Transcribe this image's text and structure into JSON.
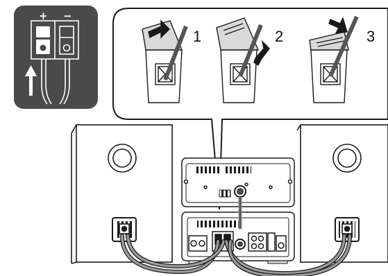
{
  "inset": {
    "plus_sign": "+",
    "minus_sign": "−"
  },
  "steps": [
    {
      "number": "1"
    },
    {
      "number": "2"
    },
    {
      "number": "3"
    }
  ],
  "colors": {
    "inset_bg": "#4a4a4a",
    "line": "#1a1a1a",
    "cable": "#8a8a8a",
    "panel_fill": "#ffffff",
    "tab_fill": "#d9d9d9"
  }
}
